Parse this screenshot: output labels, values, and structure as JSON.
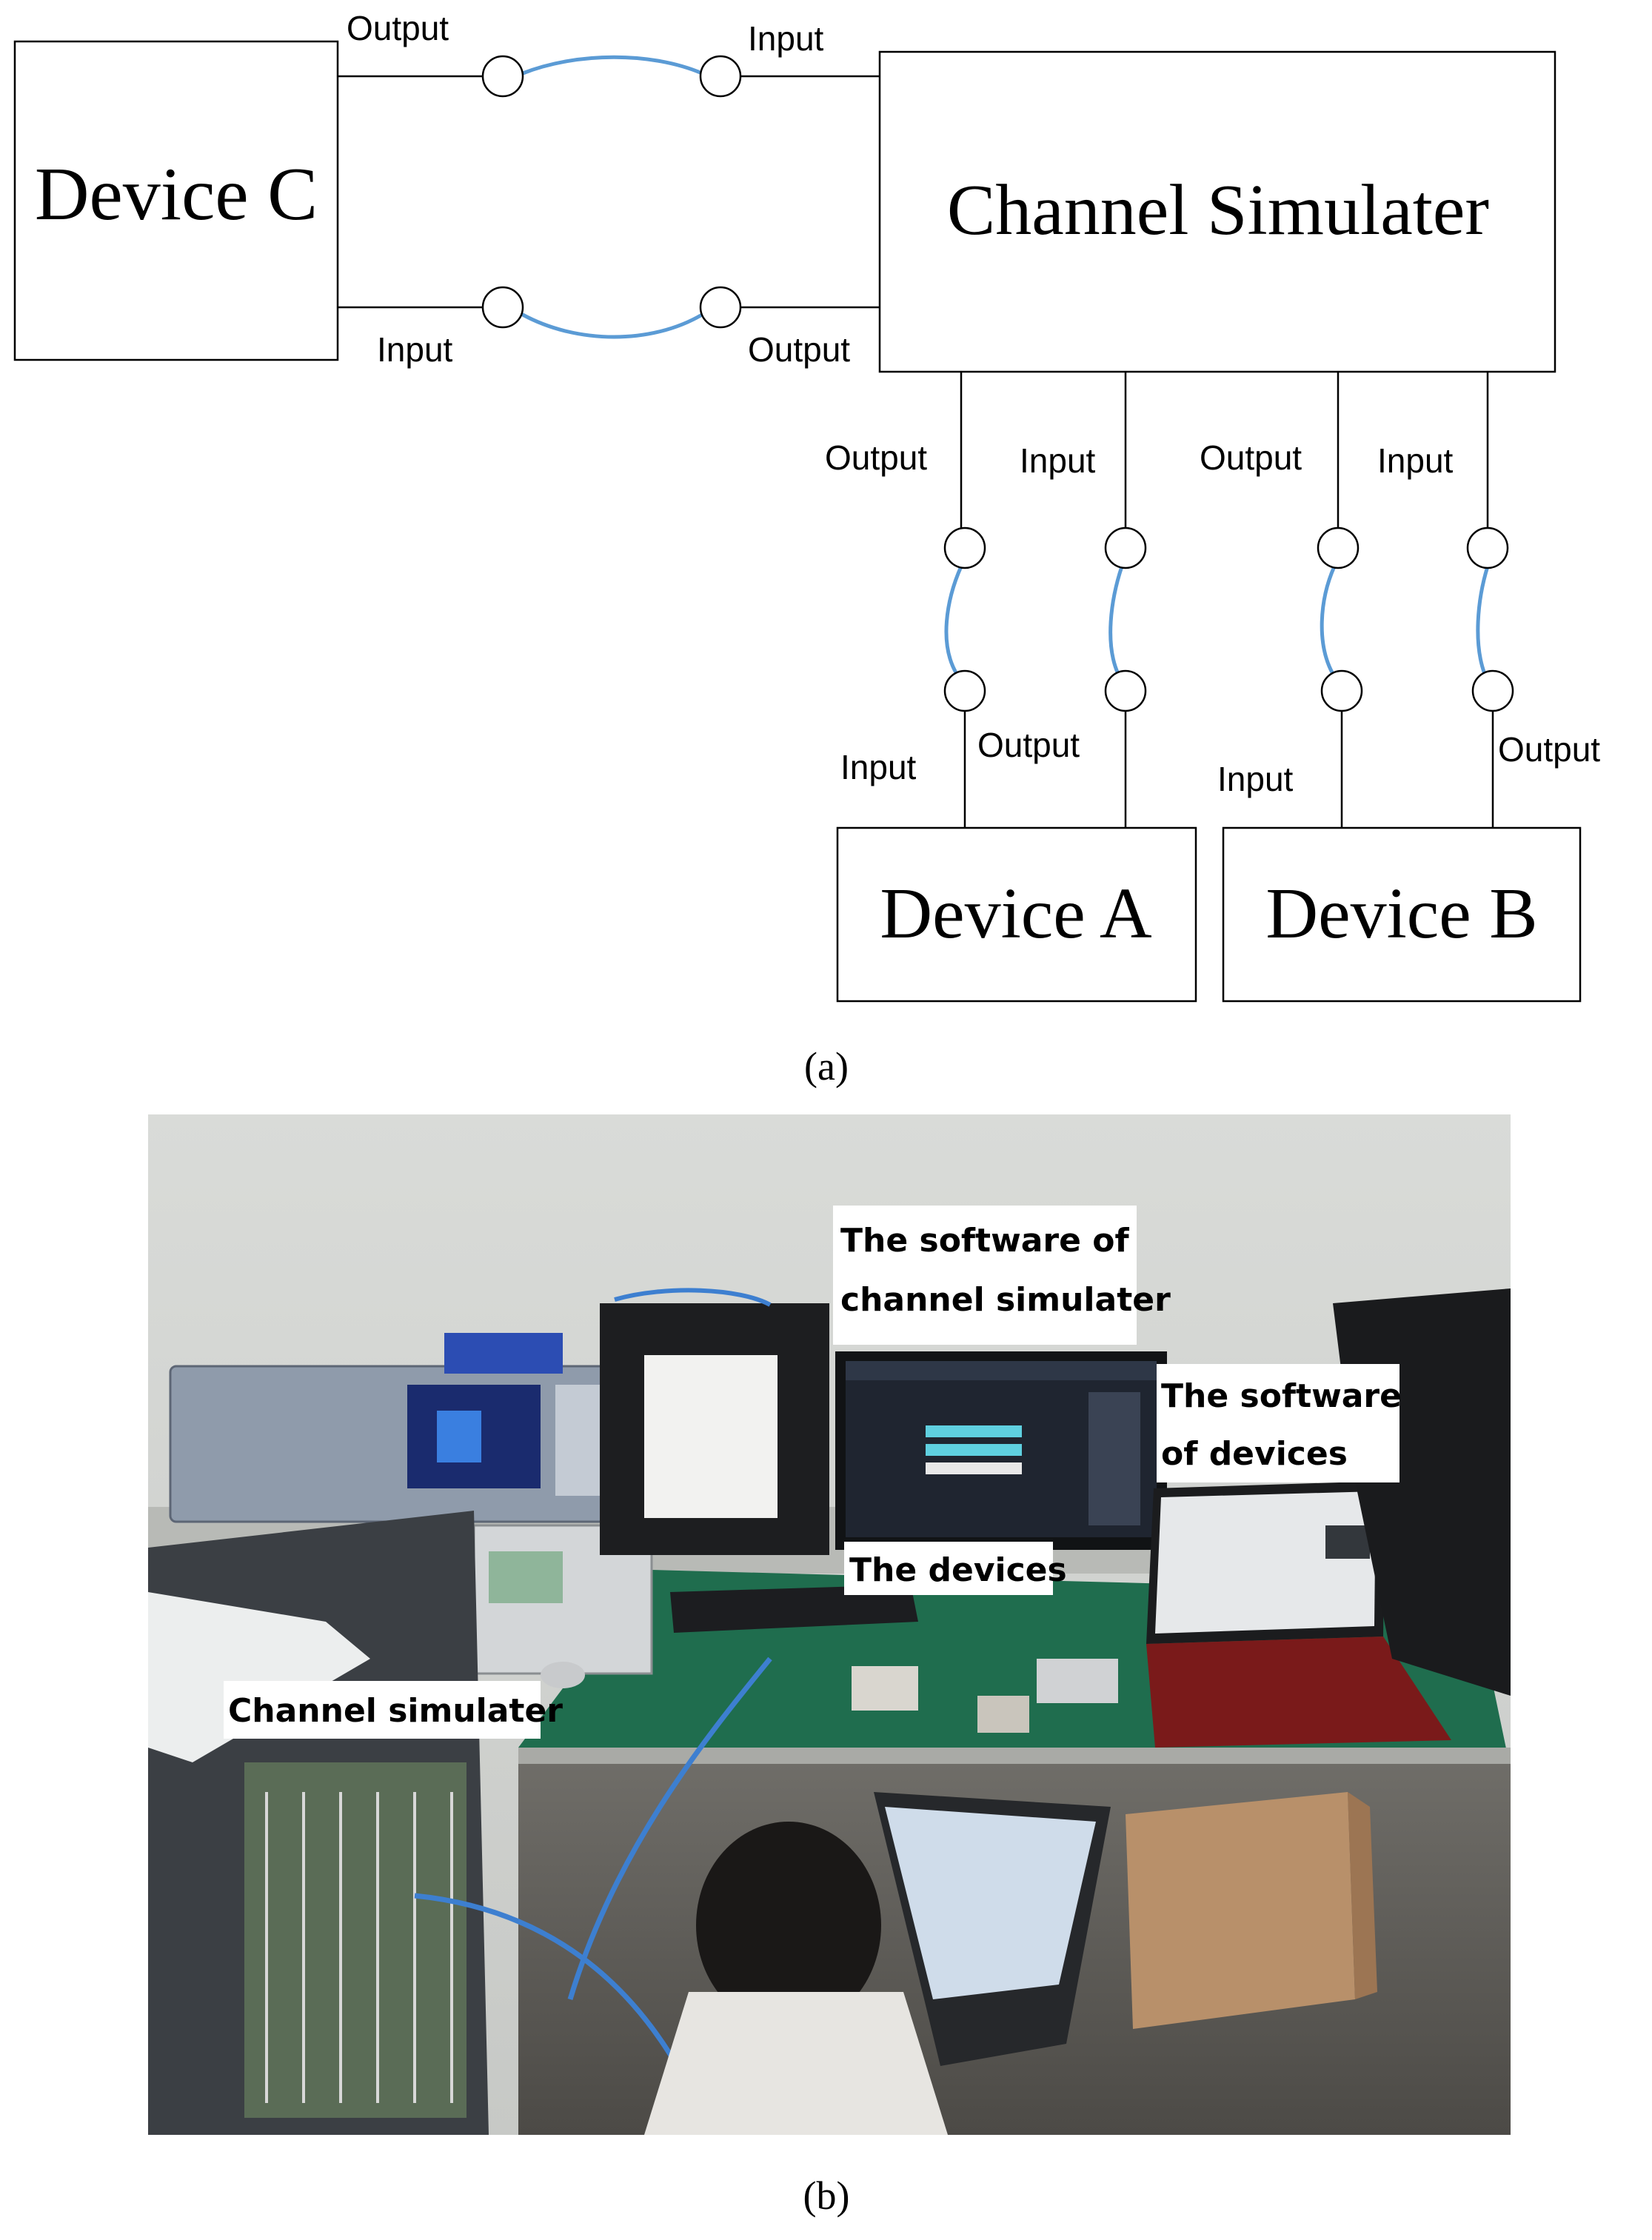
{
  "panel_a": {
    "caption": "(a)",
    "device_c": "Device C",
    "channel_simulator": "Channel Simulater",
    "device_a": "Device A",
    "device_b": "Device B",
    "labels": {
      "c_top_output": "Output",
      "cs_top_input": "Input",
      "c_bottom_input": "Input",
      "cs_bottom_output": "Output",
      "cs_to_a_output": "Output",
      "cs_from_a_input": "Input",
      "cs_to_b_output": "Output",
      "cs_from_b_input": "Input",
      "a_input": "Input",
      "a_output": "Output",
      "b_input": "Input",
      "b_output": "Output"
    },
    "cable_color": "#5b9bd5"
  },
  "panel_b": {
    "caption": "(b)",
    "label_cs_software_line1": "The software of",
    "label_cs_software_line2": "channel simulater",
    "label_dev_software_line1": "The software",
    "label_dev_software_line2": "of devices",
    "label_devices": "The devices",
    "label_channel_simulator": "Channel simulater"
  }
}
